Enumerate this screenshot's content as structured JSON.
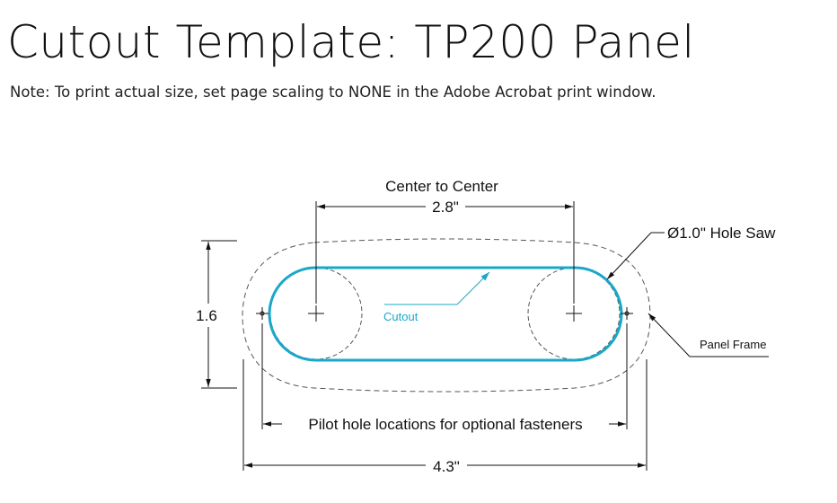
{
  "header": {
    "title": "Cutout Template: TP200 Panel",
    "note": "Note: To print actual size, set page scaling to NONE in the Adobe Acrobat print window."
  },
  "diagram": {
    "center_to_center_label": "Center to Center",
    "center_to_center_value": "2.8\"",
    "hole_saw_label": "Ø1.0\" Hole Saw",
    "height_value": "1.6",
    "cutout_label": "Cutout",
    "panel_frame_label": "Panel Frame",
    "pilot_holes_label": "Pilot hole locations for optional fasteners",
    "overall_width_value": "4.3\""
  },
  "colors": {
    "cutout": "#1aa7c9",
    "line": "#111111",
    "dashed": "#555555"
  }
}
